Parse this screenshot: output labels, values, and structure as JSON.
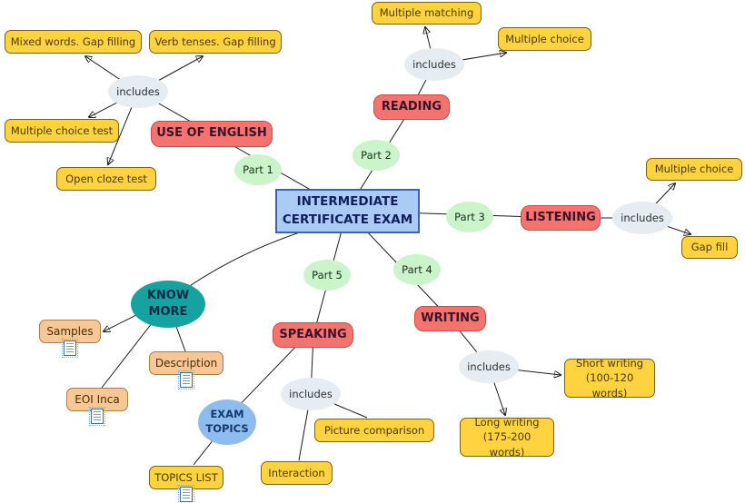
{
  "title": "Intermediate Certificate Exam concept map",
  "colors": {
    "center_fill": "#A9CBF4",
    "center_border": "#3F63A8",
    "center_text": "#101F5C",
    "topic_fill": "#F4736E",
    "topic_border": "#C84B48",
    "item_fill": "#FFD23F",
    "item_border": "#7A6210",
    "part_fill": "#CCF4CB",
    "includes_fill": "#E5EDF2",
    "know_more_fill": "#17A2A2",
    "exam_topics_fill": "#8FBCEE",
    "resource_fill": "#F8C795",
    "resource_border": "#A97C3F",
    "line_color": "#1c1c1c"
  },
  "center": {
    "label": "INTERMEDIATE CERTIFICATE EXAM"
  },
  "branches": {
    "use_of_english": {
      "part": "Part 1",
      "label": "USE OF ENGLISH",
      "link": "includes",
      "items": [
        "Mixed words. Gap filling",
        "Verb tenses. Gap filling",
        "Multiple choice test",
        "Open cloze test"
      ]
    },
    "reading": {
      "part": "Part 2",
      "label": "READING",
      "link": "includes",
      "items": [
        "Multiple matching",
        "Multiple choice"
      ]
    },
    "listening": {
      "part": "Part 3",
      "label": "LISTENING",
      "link": "includes",
      "items": [
        "Multiple choice",
        "Gap fill"
      ]
    },
    "writing": {
      "part": "Part 4",
      "label": "WRITING",
      "link": "includes",
      "items": [
        "Short writing (100-120 words)",
        "Long writing (175-200 words)"
      ]
    },
    "speaking": {
      "part": "Part 5",
      "label": "SPEAKING",
      "link": "includes",
      "items": [
        "Picture comparison",
        "Interaction"
      ],
      "exam_topics": "EXAM TOPICS",
      "topics_list": "TOPICS LIST"
    },
    "know_more": {
      "label": "KNOW MORE",
      "items": [
        "Samples",
        "Description",
        "EOI Inca"
      ]
    }
  }
}
